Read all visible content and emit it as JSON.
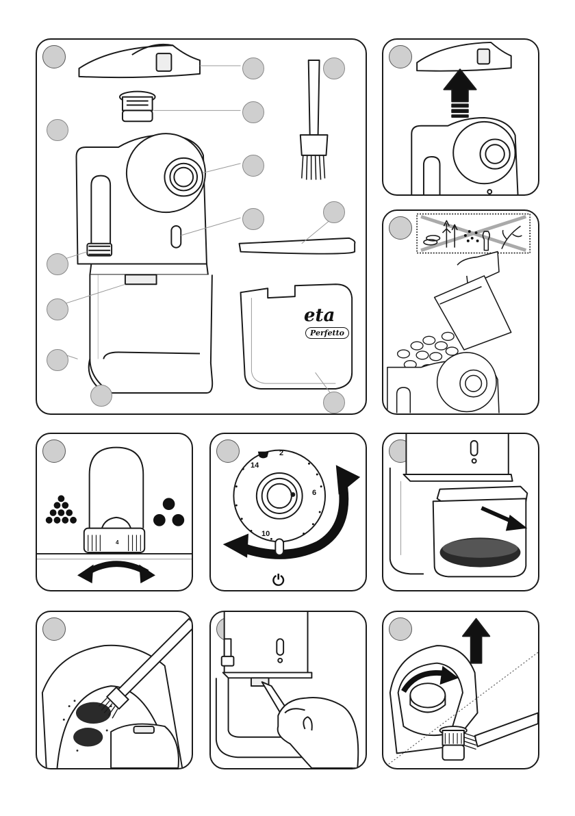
{
  "panels": [
    {
      "id": "p1",
      "step": ""
    },
    {
      "id": "p2",
      "step": ""
    },
    {
      "id": "p3",
      "step": ""
    },
    {
      "id": "p4",
      "step": ""
    },
    {
      "id": "p5",
      "step": ""
    },
    {
      "id": "p6",
      "step": ""
    },
    {
      "id": "p7",
      "step": ""
    },
    {
      "id": "p8",
      "step": ""
    },
    {
      "id": "p9",
      "step": ""
    }
  ],
  "grinder": {
    "brand": "eta",
    "model": "Perfetto"
  },
  "grind_ring": {
    "setting": "4"
  },
  "timer_dial": {
    "marks": [
      "2",
      "6",
      "10",
      "14"
    ],
    "power_symbol": "⏻"
  },
  "colors": {
    "outline": "#1a1a1a",
    "badge_fill": "#cfcfcf",
    "shade": "#e6e6e6",
    "grounds": "#2a2a2a"
  },
  "icons": [
    "up-arrow-icon",
    "rotate-arrows-icon",
    "power-icon",
    "cup-icon",
    "prohibited-icon"
  ]
}
